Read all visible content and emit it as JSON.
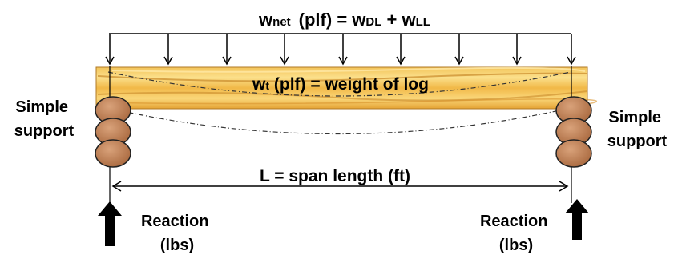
{
  "load_label": {
    "w_main": "w",
    "w_sub": "net",
    "unit": "(plf) = ",
    "dl_main": "w",
    "dl_sub": "DL",
    "plus": " + ",
    "ll_main": "w",
    "ll_sub": "LL"
  },
  "log_label": {
    "w_main": "w",
    "w_sub": "t",
    "text": " (plf) = weight of log"
  },
  "left_support": {
    "line1": "Simple",
    "line2": "support"
  },
  "right_support": {
    "line1": "Simple",
    "line2": "support"
  },
  "span_label": "L = span length (ft)",
  "left_reaction": {
    "line1": "Reaction",
    "line2": "(lbs)"
  },
  "right_reaction": {
    "line1": "Reaction",
    "line2": "(lbs)"
  },
  "colors": {
    "log_light": "#f6d267",
    "log_dark": "#e39a2a",
    "roller_fill": "#c48a5a",
    "line": "#000000"
  },
  "icons": {
    "load_arrow": "down-arrow-icon",
    "reaction_arrow": "up-arrow-icon",
    "roller": "roller-support-icon"
  }
}
